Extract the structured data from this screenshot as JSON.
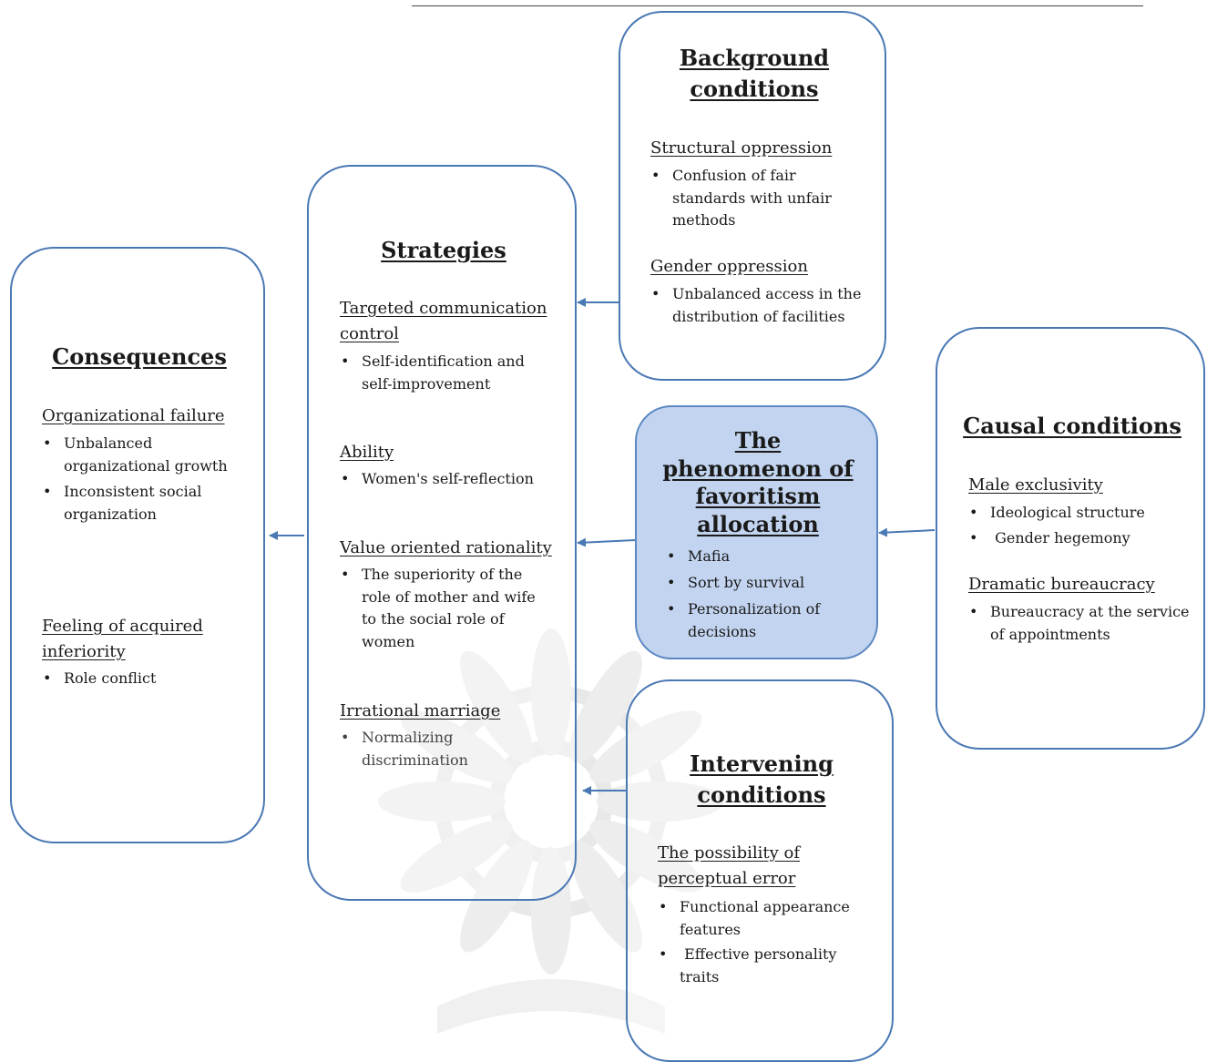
{
  "background": {
    "title": "Background conditions",
    "groups": [
      {
        "heading": "Structural oppression",
        "items": [
          "Confusion of fair standards with unfair methods"
        ]
      },
      {
        "heading": "Gender oppression",
        "items": [
          "Unbalanced access in the distribution of facilities"
        ]
      }
    ]
  },
  "strategies": {
    "title": "Strategies",
    "groups": [
      {
        "heading": "Targeted communication control",
        "items": [
          "Self-identification and self-improvement"
        ]
      },
      {
        "heading": "Ability",
        "items": [
          "Women's self-reflection"
        ]
      },
      {
        "heading": "Value oriented rationality",
        "items": [
          "The superiority of the role of mother and wife to the social role of women"
        ]
      },
      {
        "heading": "Irrational marriage",
        "items": [
          "Normalizing discrimination"
        ]
      }
    ]
  },
  "consequences": {
    "title": "Consequences",
    "groups": [
      {
        "heading": "Organizational failure",
        "items": [
          "Unbalanced organizational growth",
          "Inconsistent social organization"
        ]
      },
      {
        "heading": "Feeling of acquired inferiority",
        "items": [
          "Role conflict"
        ]
      }
    ]
  },
  "phenomenon": {
    "title": "The phenomenon of favoritism allocation",
    "items": [
      "Mafia",
      "Sort by survival",
      " Personalization of decisions"
    ]
  },
  "causal": {
    "title": "Causal conditions",
    "groups": [
      {
        "heading": "Male exclusivity",
        "items": [
          "Ideological structure",
          " Gender hegemony"
        ]
      },
      {
        "heading": "Dramatic bureaucracy",
        "items": [
          "Bureaucracy at the service of appointments"
        ]
      }
    ]
  },
  "intervening": {
    "title": "Intervening conditions",
    "groups": [
      {
        "heading": "The possibility of perceptual error",
        "items": [
          "Functional appearance features",
          " Effective personality traits"
        ]
      }
    ]
  },
  "colors": {
    "border": "#4a78b4",
    "arrow": "#4a78b4",
    "phenomenon_fill": "#b7cdec",
    "watermark": "#ececec"
  }
}
